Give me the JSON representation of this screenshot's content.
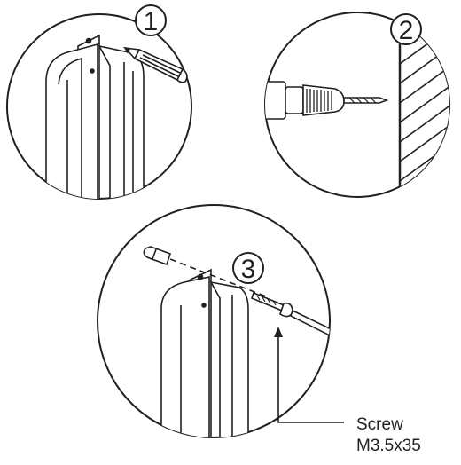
{
  "steps": [
    {
      "number": "1"
    },
    {
      "number": "2"
    },
    {
      "number": "3"
    }
  ],
  "callout": {
    "line1": "Screw",
    "line2": "M3.5x35"
  },
  "colors": {
    "ink": "#231f20",
    "background": "#ffffff"
  }
}
